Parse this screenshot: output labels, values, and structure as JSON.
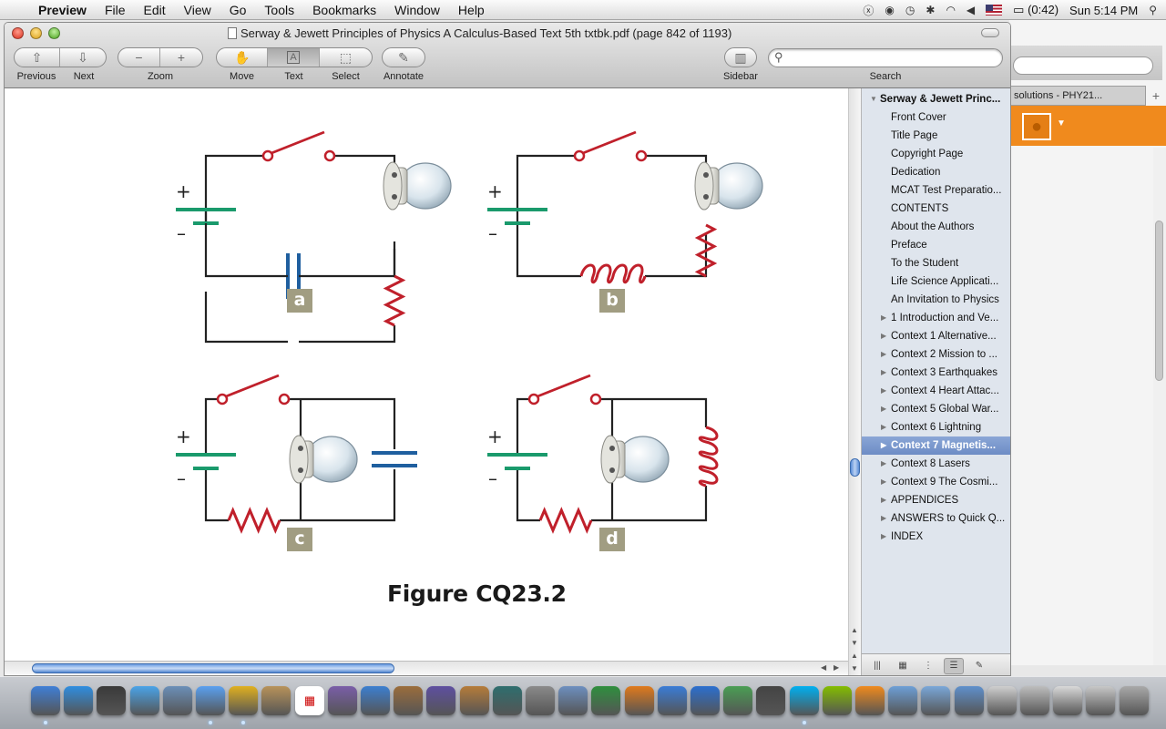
{
  "menubar": {
    "app_name": "Preview",
    "items": [
      "File",
      "Edit",
      "View",
      "Go",
      "Tools",
      "Bookmarks",
      "Window",
      "Help"
    ],
    "battery": "(0:42)",
    "clock": "Sun 5:14 PM"
  },
  "window": {
    "title": "Serway & Jewett Principles of Physics A Calculus-Based Text 5th txtbk.pdf (page 842 of 1193)"
  },
  "toolbar": {
    "previous_label": "Previous",
    "next_label": "Next",
    "zoom_label": "Zoom",
    "move_label": "Move",
    "text_label": "Text",
    "select_label": "Select",
    "annotate_label": "Annotate",
    "sidebar_label": "Sidebar",
    "search_label": "Search",
    "search_value": ""
  },
  "figure": {
    "panels": [
      "a",
      "b",
      "c",
      "d"
    ],
    "plus_sign": "+",
    "minus_sign": "–",
    "caption": "Figure CQ23.2",
    "colors": {
      "wire": "#222222",
      "switch": "#c0202b",
      "resistor": "#c0202b",
      "battery": "#1a9a6c",
      "capacitor": "#1f5f9f",
      "inductor": "#c0202b",
      "badge": "#a19d82"
    }
  },
  "sidebar": {
    "items": [
      {
        "label": "Serway & Jewett Princ...",
        "root": true,
        "expandable": true,
        "selected": false
      },
      {
        "label": "Front Cover",
        "expandable": false,
        "selected": false
      },
      {
        "label": "Title Page",
        "expandable": false,
        "selected": false
      },
      {
        "label": "Copyright Page",
        "expandable": false,
        "selected": false
      },
      {
        "label": "Dedication",
        "expandable": false,
        "selected": false
      },
      {
        "label": "MCAT Test Preparatio...",
        "expandable": false,
        "selected": false
      },
      {
        "label": "CONTENTS",
        "expandable": false,
        "selected": false
      },
      {
        "label": "About the Authors",
        "expandable": false,
        "selected": false
      },
      {
        "label": "Preface",
        "expandable": false,
        "selected": false
      },
      {
        "label": "To the Student",
        "expandable": false,
        "selected": false
      },
      {
        "label": "Life Science Applicati...",
        "expandable": false,
        "selected": false
      },
      {
        "label": "An Invitation to Physics",
        "expandable": false,
        "selected": false
      },
      {
        "label": "1 Introduction and Ve...",
        "expandable": true,
        "selected": false
      },
      {
        "label": "Context 1 Alternative...",
        "expandable": true,
        "selected": false
      },
      {
        "label": "Context 2 Mission to ...",
        "expandable": true,
        "selected": false
      },
      {
        "label": "Context 3 Earthquakes",
        "expandable": true,
        "selected": false
      },
      {
        "label": "Context 4 Heart Attac...",
        "expandable": true,
        "selected": false
      },
      {
        "label": "Context 5 Global War...",
        "expandable": true,
        "selected": false
      },
      {
        "label": "Context 6 Lightning",
        "expandable": true,
        "selected": false
      },
      {
        "label": "Context 7 Magnetis...",
        "expandable": true,
        "selected": true
      },
      {
        "label": "Context 8 Lasers",
        "expandable": true,
        "selected": false
      },
      {
        "label": "Context 9 The Cosmi...",
        "expandable": true,
        "selected": false
      },
      {
        "label": "APPENDICES",
        "expandable": true,
        "selected": false
      },
      {
        "label": "ANSWERS to Quick Q...",
        "expandable": true,
        "selected": false
      },
      {
        "label": "INDEX",
        "expandable": true,
        "selected": false
      }
    ]
  },
  "background_window": {
    "tab_label": "solutions - PHY21..."
  },
  "dock": {
    "icons": [
      {
        "name": "finder-icon",
        "color": "#3f7fd6"
      },
      {
        "name": "app-store-icon",
        "color": "#2f8ee0"
      },
      {
        "name": "dashboard-icon",
        "color": "#3a3a3a"
      },
      {
        "name": "safari-icon",
        "color": "#4aa3e8"
      },
      {
        "name": "preview-icon",
        "color": "#6b8fb8"
      },
      {
        "name": "messages-icon",
        "color": "#5aa0f0"
      },
      {
        "name": "chrome-icon",
        "color": "#e0b020"
      },
      {
        "name": "contacts-icon",
        "color": "#b8935a"
      },
      {
        "name": "calendar-icon",
        "color": "#ffffff"
      },
      {
        "name": "photos-icon",
        "color": "#7a5ea8"
      },
      {
        "name": "itunes-icon",
        "color": "#3c7fd0"
      },
      {
        "name": "iphoto-icon",
        "color": "#9b6d3c"
      },
      {
        "name": "imovie-icon",
        "color": "#5e4fa0"
      },
      {
        "name": "garageband-icon",
        "color": "#b57c3a"
      },
      {
        "name": "time-machine-icon",
        "color": "#2e6e6e"
      },
      {
        "name": "system-preferences-icon",
        "color": "#8a8a8a"
      },
      {
        "name": "tex-icon",
        "color": "#6d8fbf"
      },
      {
        "name": "excel-icon",
        "color": "#2f8f3e"
      },
      {
        "name": "powerpoint-icon",
        "color": "#e07a1c"
      },
      {
        "name": "outlook-icon",
        "color": "#3a7cd6"
      },
      {
        "name": "word-icon",
        "color": "#2b6fcf"
      },
      {
        "name": "messenger-icon",
        "color": "#4a9e54"
      },
      {
        "name": "photo-booth-icon",
        "color": "#444444"
      },
      {
        "name": "skype-icon",
        "color": "#00aff0"
      },
      {
        "name": "spotify-icon",
        "color": "#84bd00"
      },
      {
        "name": "vlc-icon",
        "color": "#f08a1d"
      },
      {
        "name": "applications-folder-icon",
        "color": "#6d9fd6"
      },
      {
        "name": "documents-folder-icon",
        "color": "#7aa7d9"
      },
      {
        "name": "downloads-folder-icon",
        "color": "#5f90cc"
      },
      {
        "name": "stack-icon",
        "color": "#cfcfcf"
      },
      {
        "name": "screenshot-stack-icon",
        "color": "#bdbdbd"
      },
      {
        "name": "doc-stack-icon",
        "color": "#d9d9d9"
      },
      {
        "name": "file-stack-icon",
        "color": "#c7c7c7"
      },
      {
        "name": "trash-icon",
        "color": "#a9a9a9"
      }
    ]
  }
}
